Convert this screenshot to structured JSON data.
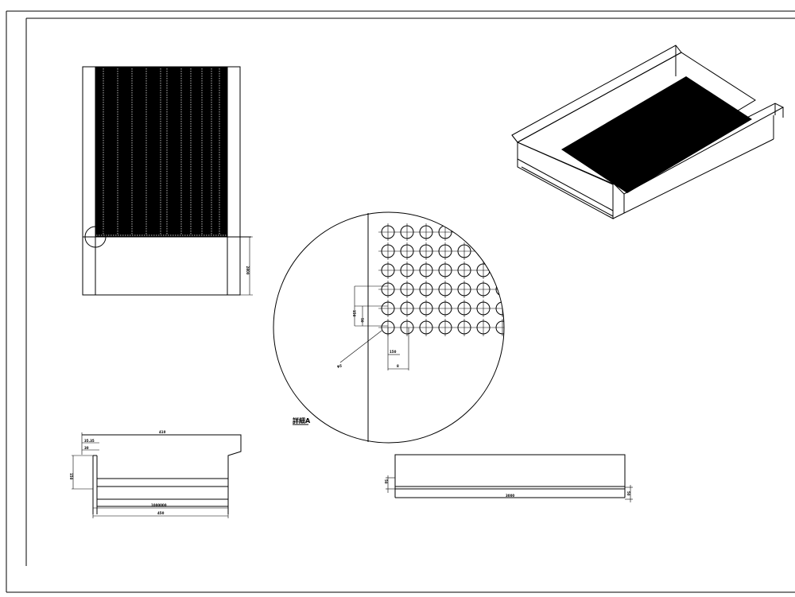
{
  "drawing": {
    "detail_label": "詳細A",
    "top_view": {
      "height_dim": "2800"
    },
    "detail_view": {
      "hole_dia": "φ5",
      "pitch_x": "150",
      "pitch_y": "150",
      "edge_x": "8",
      "edge_y": "50"
    },
    "side_view": {
      "overall_width": "410",
      "inner_width": "1000000",
      "bottom_width": "450",
      "flange_w1": "35.35",
      "flange_w2": "30",
      "height_dim": "150"
    },
    "front_view": {
      "length": "3000",
      "left_dim": "50",
      "right_dim": "50"
    }
  }
}
